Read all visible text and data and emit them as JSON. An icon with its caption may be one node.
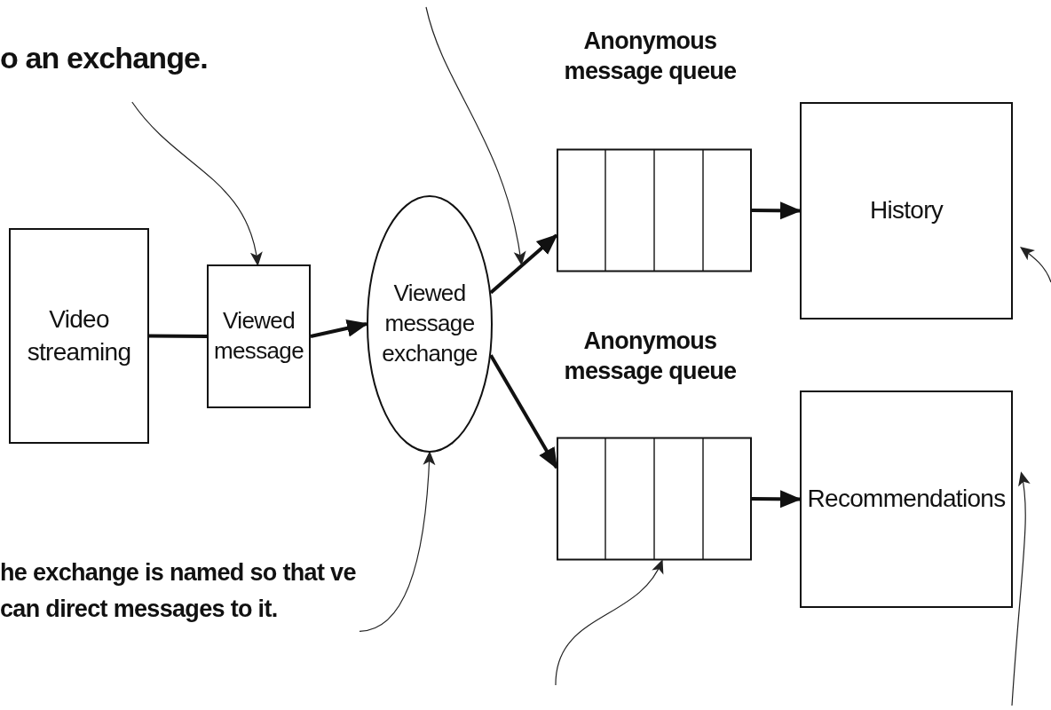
{
  "diagram": {
    "nodes": [
      {
        "text": [
          "Video streaming"
        ]
      },
      {
        "text": [
          "Viewed message"
        ]
      },
      {
        "text": [
          "Viewed message exchange"
        ]
      },
      {
        "text": [
          "Anonymous message queue"
        ]
      },
      {
        "text": [
          "Anonymous message queue"
        ]
      },
      {
        "text": [
          "History"
        ]
      },
      {
        "text": [
          "Recommendations"
        ]
      },
      {
        "text": [
          "o an exchange."
        ]
      },
      {
        "text": [
          "he exchange is named so that ve can direct messages to it."
        ]
      }
    ],
    "edges": [
      {
        "from": 0,
        "to": 1,
        "arrow": "none",
        "style": "thick"
      },
      {
        "from": 1,
        "to": 2,
        "arrow": "to",
        "style": "thick"
      },
      {
        "from": 2,
        "to": 3,
        "arrow": "to",
        "style": "thick"
      },
      {
        "from": 2,
        "to": 4,
        "arrow": "to",
        "style": "thick"
      },
      {
        "from": 3,
        "to": 5,
        "arrow": "to",
        "style": "thick"
      },
      {
        "from": 4,
        "to": 6,
        "arrow": "to",
        "style": "thick"
      },
      {
        "from": 7,
        "to": 1,
        "arrow": "to"
      },
      {
        "from": 8,
        "to": 2,
        "arrow": "to"
      },
      {
        "from": null,
        "to": 3,
        "arrow": "to"
      },
      {
        "from": null,
        "to": 4,
        "arrow": "to"
      },
      {
        "from": null,
        "to": 5,
        "arrow": "to"
      },
      {
        "from": null,
        "to": 6,
        "arrow": "to"
      }
    ]
  }
}
